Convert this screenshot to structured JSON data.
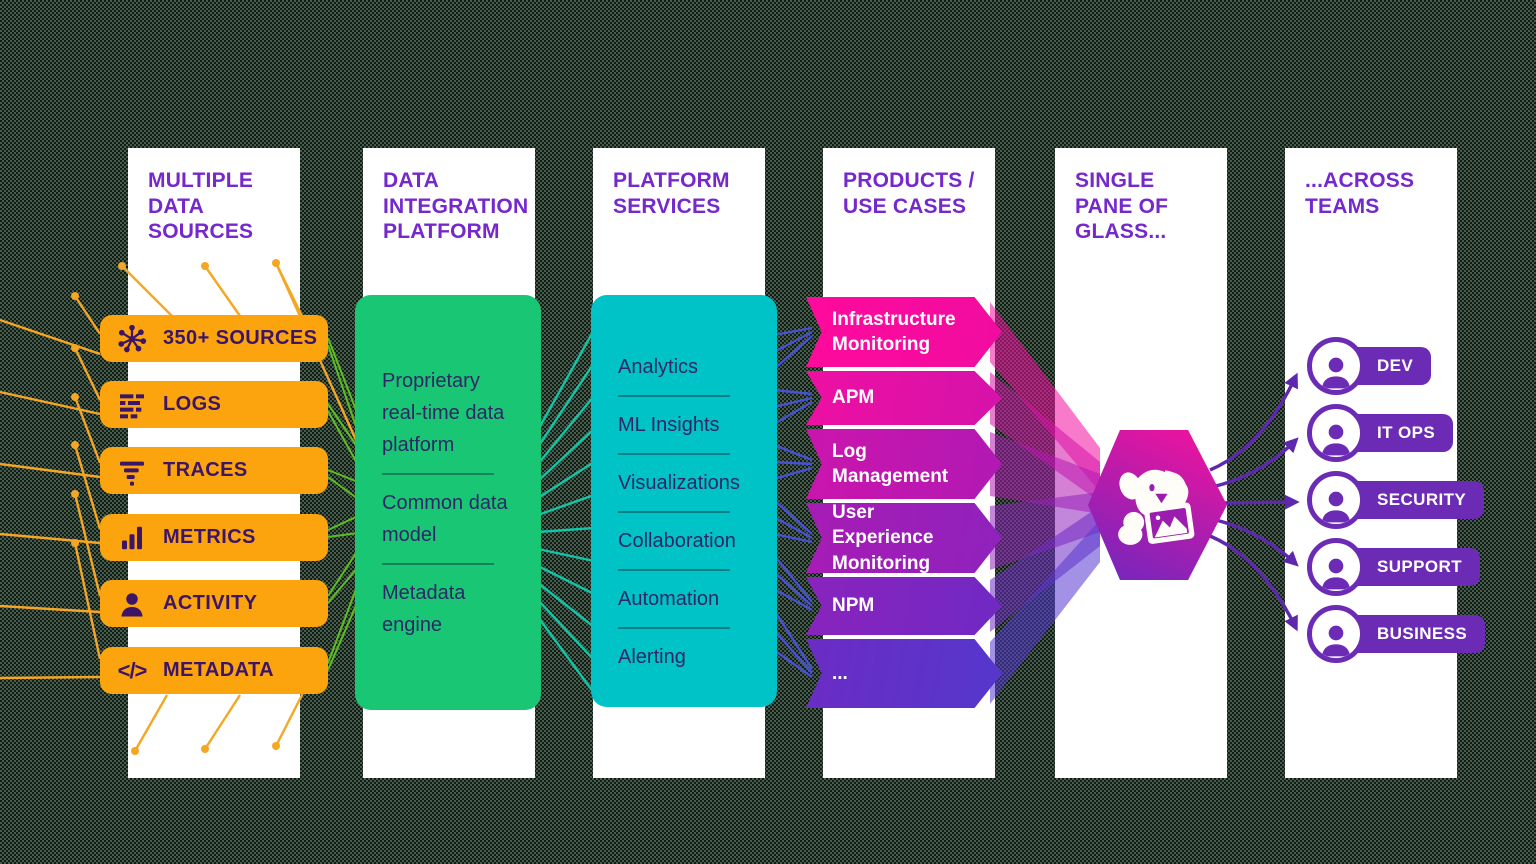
{
  "columns": {
    "sources": {
      "header": "MULTIPLE DATA SOURCES",
      "items": [
        {
          "icon": "network-hub-icon",
          "label": "350+ SOURCES"
        },
        {
          "icon": "logs-lines-icon",
          "label": "LOGS"
        },
        {
          "icon": "traces-flamegraph-icon",
          "label": "TRACES"
        },
        {
          "icon": "metrics-barchart-icon",
          "label": "METRICS"
        },
        {
          "icon": "person-icon",
          "label": "ACTIVITY"
        },
        {
          "icon": "code-icon",
          "label": "METADATA",
          "icon_glyph": "</>"
        }
      ]
    },
    "integration": {
      "header": "DATA INTEGRATION PLATFORM",
      "items": [
        {
          "label": "Proprietary real-time data platform"
        },
        {
          "label": "Common data model"
        },
        {
          "label": "Metadata engine"
        }
      ]
    },
    "services": {
      "header": "PLATFORM SERVICES",
      "items": [
        {
          "label": "Analytics"
        },
        {
          "label": "ML Insights"
        },
        {
          "label": "Visualizations"
        },
        {
          "label": "Collaboration"
        },
        {
          "label": "Automation"
        },
        {
          "label": "Alerting"
        }
      ]
    },
    "products": {
      "header": "PRODUCTS / USE CASES",
      "items": [
        {
          "label": "Infrastructure Monitoring"
        },
        {
          "label": "APM"
        },
        {
          "label": "Log Management"
        },
        {
          "label": "User Experience Monitoring"
        },
        {
          "label": "NPM"
        },
        {
          "label": "..."
        }
      ]
    },
    "pane": {
      "header": "SINGLE PANE OF GLASS...",
      "logo": "datadog-bits-dog-logo"
    },
    "teams": {
      "header": "...ACROSS TEAMS",
      "items": [
        {
          "icon": "person-icon",
          "label": "DEV"
        },
        {
          "icon": "person-icon",
          "label": "IT OPS"
        },
        {
          "icon": "person-icon",
          "label": "SECURITY"
        },
        {
          "icon": "person-icon",
          "label": "SUPPORT"
        },
        {
          "icon": "person-icon",
          "label": "BUSINESS"
        }
      ]
    }
  },
  "colors": {
    "vars": {
      "c-header": "#7528CC",
      "c-orange": "#FCA40E",
      "c-darkpurple": "#3D1566",
      "c-green": "#19C673",
      "c-teal": "#00C3C7",
      "c-boxtext": "#2F2766",
      "c-pillpurple": "#6C2BB5",
      "c-lineorange": "#F5A623",
      "c-linegreen": "#5BBF21",
      "c-lineteal": "#10C6A8",
      "c-lineindigo": "#4751D6",
      "c-linepurple": "#5E28AE",
      "c-dogdetail": "#9C1BB0"
    },
    "banner_gradients": [
      [
        "#FF0A9C",
        "#F00CA0"
      ],
      [
        "#EE0FA2",
        "#D513AA"
      ],
      [
        "#CB15AD",
        "#B119B3"
      ],
      [
        "#A81BB5",
        "#8F22BC"
      ],
      [
        "#8A23BD",
        "#7029C4"
      ],
      [
        "#6B2CC4",
        "#5537CD"
      ]
    ],
    "hexagon_gradient": [
      "#F5129B",
      "#6F27BE"
    ]
  }
}
